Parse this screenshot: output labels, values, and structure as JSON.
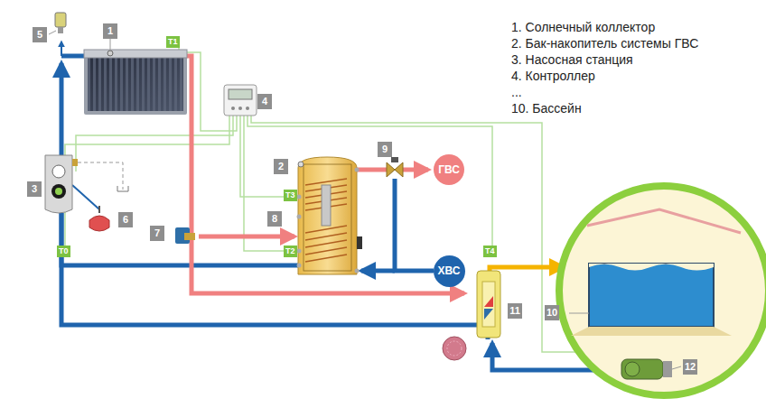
{
  "diagram": {
    "nodes": [
      {
        "text": [
          "ГВС"
        ]
      },
      {
        "text": [
          "ХВС"
        ]
      }
    ],
    "labels": [
      "1",
      "2",
      "3",
      "4",
      "5",
      "6",
      "7",
      "8",
      "9",
      "10",
      "11",
      "12",
      "T0",
      "T1",
      "T2",
      "T3",
      "T4",
      "1. Солнечный коллектор",
      "2. Бак-накопитель системы ГВС",
      "3. Насосная станция",
      "4. Контроллер",
      "...",
      "10. Бассейн"
    ]
  }
}
